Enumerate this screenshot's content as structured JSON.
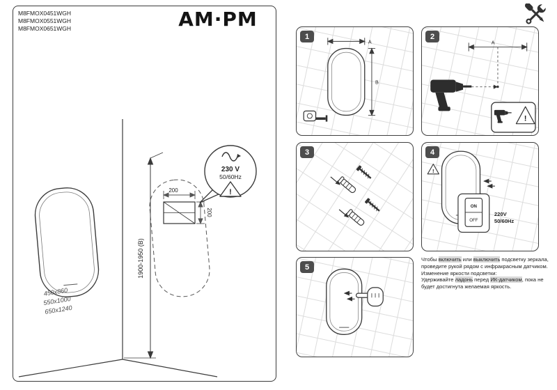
{
  "header": {
    "models": [
      "M8FMOX0451WGH",
      "M8FMOX0551WGH",
      "M8FMOX0651WGH"
    ],
    "logo": "AM·PM"
  },
  "left_panel": {
    "height_dim": "1900-1950 (B)",
    "plate_width": "200",
    "plate_height": "200",
    "power": {
      "voltage": "230 V",
      "frequency": "50/60Hz",
      "warning": "!"
    },
    "sizes": [
      "450x860",
      "550x1000",
      "650x1240"
    ]
  },
  "steps": {
    "s1": {
      "number": "1",
      "dim_width": "A",
      "dim_height": "B"
    },
    "s2": {
      "number": "2",
      "dim": "A",
      "warning": "!"
    },
    "s3": {
      "number": "3"
    },
    "s4": {
      "number": "4",
      "warning": "!",
      "switch_on": "ON",
      "switch_off": "OFF",
      "voltage": "220V",
      "frequency": "50/60Hz"
    },
    "s5": {
      "number": "5"
    }
  },
  "instructions": {
    "p1": [
      {
        "t": "Чтобы "
      },
      {
        "t": "включить",
        "h": true
      },
      {
        "t": " или "
      },
      {
        "t": "выключить",
        "h": true
      },
      {
        "t": " подсветку зеркала, проведите рукой рядом с инфракрасным датчиком."
      }
    ],
    "p2": [
      {
        "t": "Изменение яркости подсветки:"
      }
    ],
    "p3": [
      {
        "t": "Удерживайте "
      },
      {
        "t": "ладонь",
        "h": true
      },
      {
        "t": " перед "
      },
      {
        "t": "ИК-датчиком",
        "h": true
      },
      {
        "t": ", пока не будет достигнута желаемая яркость."
      }
    ]
  }
}
